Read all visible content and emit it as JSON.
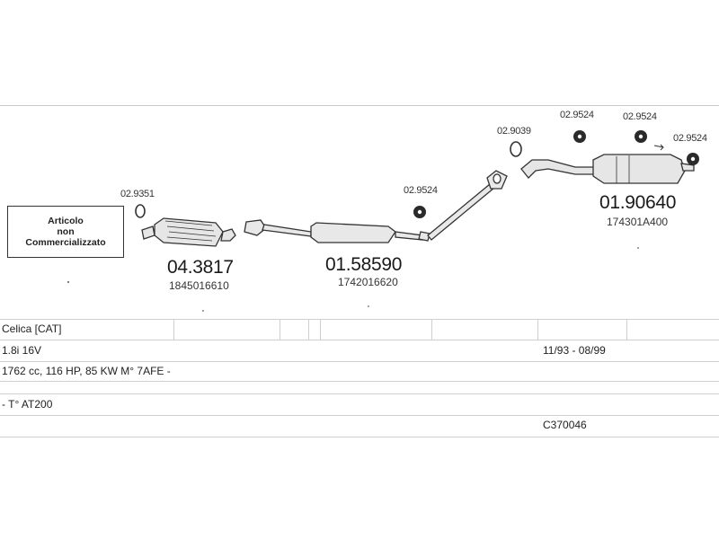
{
  "parts": {
    "catalyst": {
      "number": "04.3817",
      "oem": "1845016610"
    },
    "middle_silencer": {
      "number": "01.58590",
      "oem": "1742016620"
    },
    "rear_silencer": {
      "number": "01.90640",
      "oem": "174301A400"
    },
    "gasket_front": "02.9351",
    "mount_1": "02.9524",
    "clamp": "02.9039",
    "mount_2": "02.9524",
    "mount_3": "02.9524",
    "mount_4": "02.9524"
  },
  "notice": {
    "line1": "Articolo",
    "line2": "non",
    "line3": "Commercializzato"
  },
  "vehicle": {
    "model": "Celica  [CAT]",
    "engine": "1.8i 16V",
    "years": "11/93 - 08/99",
    "specs": "1762 cc, 116 HP, 85 KW M° 7AFE -",
    "type": "- T° AT200",
    "code": "C370046"
  }
}
